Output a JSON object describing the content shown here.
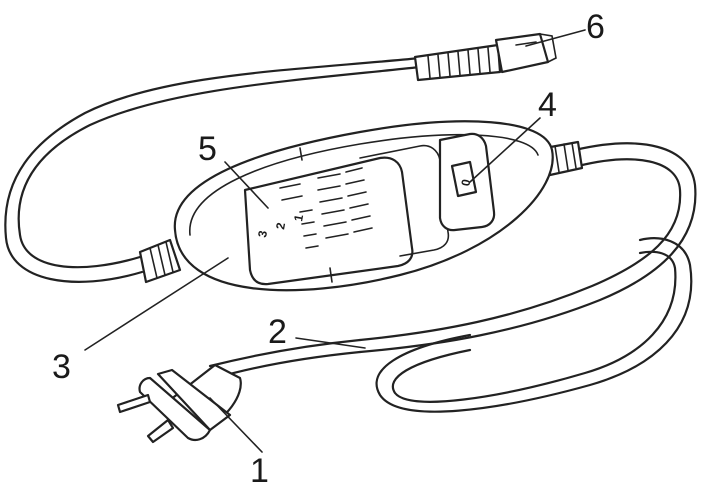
{
  "callouts": [
    {
      "id": "c1",
      "label": "1"
    },
    {
      "id": "c2",
      "label": "2"
    },
    {
      "id": "c3",
      "label": "3"
    },
    {
      "id": "c4",
      "label": "4"
    },
    {
      "id": "c5",
      "label": "5"
    },
    {
      "id": "c6",
      "label": "6"
    }
  ],
  "switch": {
    "off_mark": "0"
  },
  "control": {
    "levels": [
      "1",
      "2",
      "3"
    ]
  },
  "colors": {
    "line": "#222222",
    "background": "#ffffff"
  }
}
